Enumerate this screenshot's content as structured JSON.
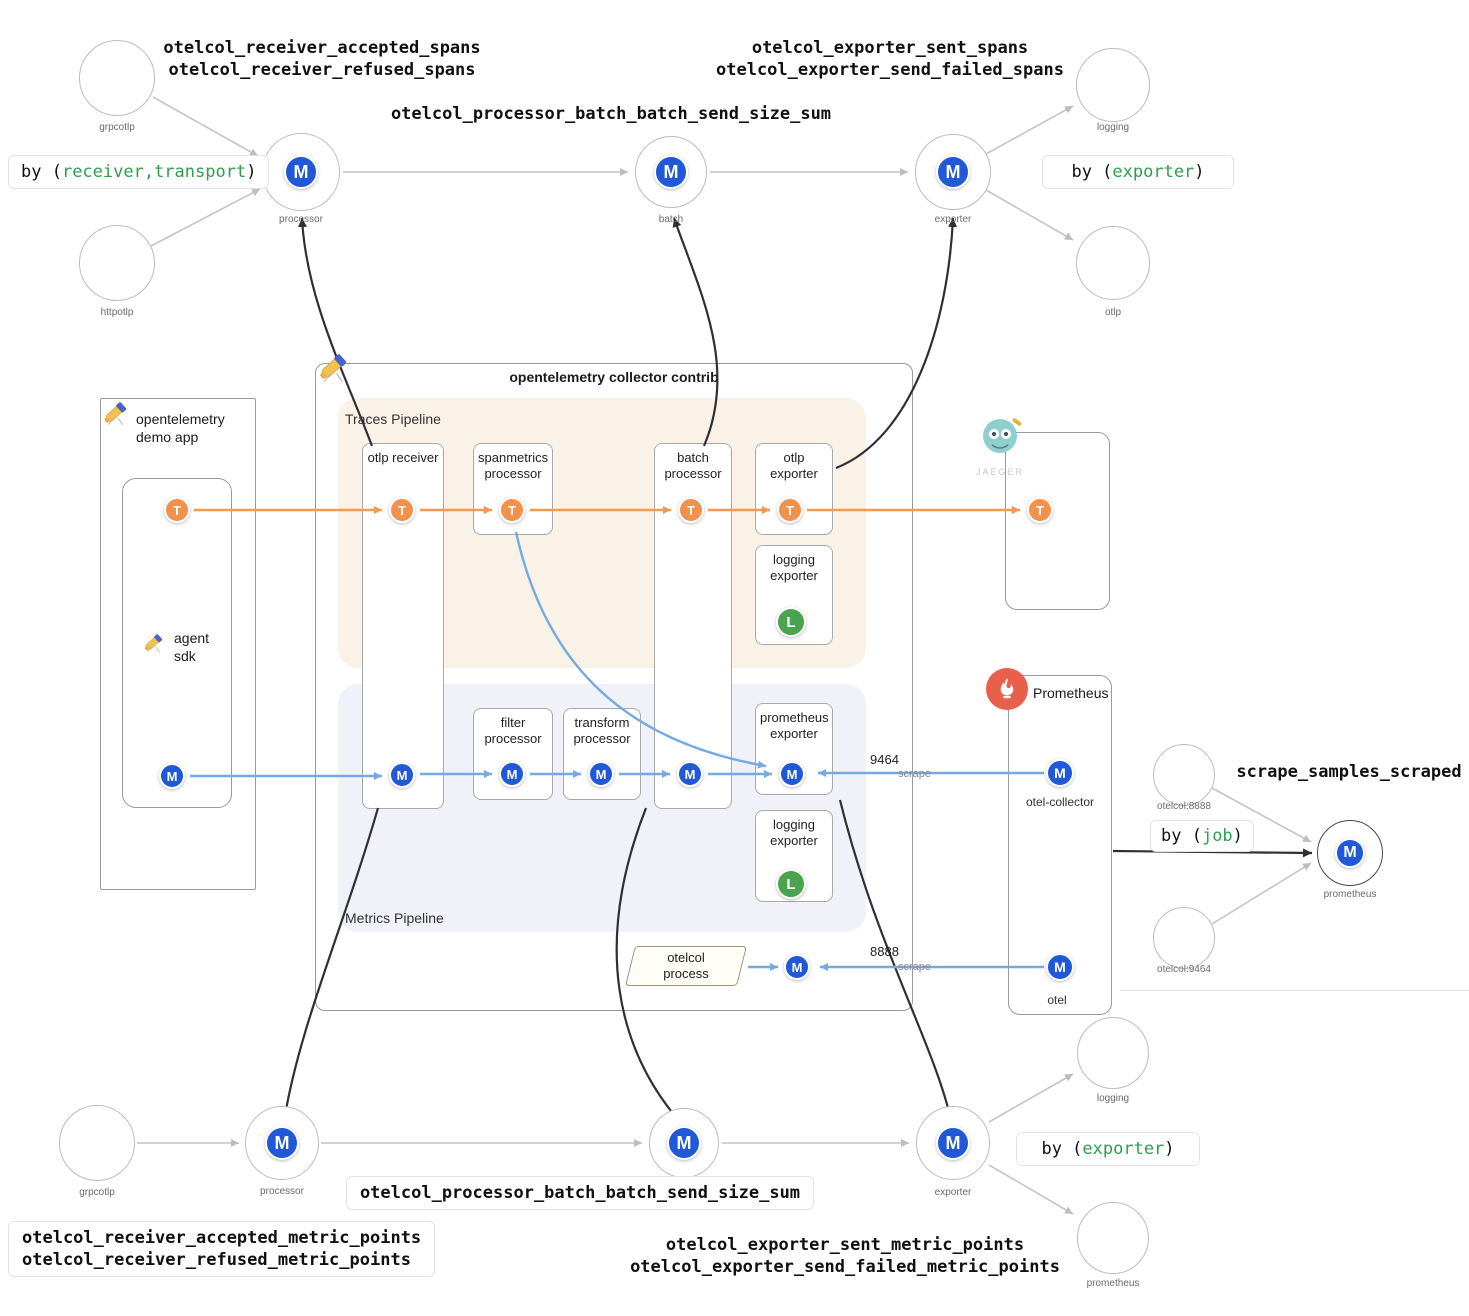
{
  "colors": {
    "metric_badge_blue": "#2058d8",
    "trace_badge_orange": "#f0914e",
    "log_badge_green": "#4aa34e",
    "keyword_green": "#2f9e4f",
    "trace_line_orange": "#f09a54",
    "metric_line_blue": "#74a9e4",
    "prometheus_orange": "#e8604c",
    "jaeger_teal": "#8fd0cf"
  },
  "badge": {
    "m": "M",
    "t": "T",
    "l": "L"
  },
  "top_flow": {
    "grpcotlp": "grpcotlp",
    "httpotlp": "httpotlp",
    "processor": "processor",
    "batch": "batch",
    "exporter": "exporter",
    "logging": "logging",
    "otlp": "otlp",
    "receiver_metric_1": "otelcol_receiver_accepted_spans",
    "receiver_metric_2": "otelcol_receiver_refused_spans",
    "batch_metric": "otelcol_processor_batch_batch_send_size_sum",
    "exporter_metric_1": "otelcol_exporter_sent_spans",
    "exporter_metric_2": "otelcol_exporter_send_failed_spans",
    "by_receiver": {
      "pre": "by (",
      "kw": "receiver,transport",
      "post": ")"
    },
    "by_exporter": {
      "pre": "by (",
      "kw": "exporter",
      "post": ")"
    }
  },
  "demo_app": {
    "title": "opentelemetry demo app",
    "agent_sdk": "agent sdk"
  },
  "collector": {
    "title": "opentelemetry collector contrib",
    "traces_pipeline": "Traces Pipeline",
    "metrics_pipeline": "Metrics Pipeline",
    "otlp_receiver": "otlp receiver",
    "spanmetrics_processor": "spanmetrics processor",
    "batch_processor": "batch processor",
    "otlp_exporter": "otlp exporter",
    "logging_exporter_traces": "logging exporter",
    "filter_processor": "filter processor",
    "transform_processor": "transform processor",
    "prometheus_exporter": "prometheus exporter",
    "logging_exporter_metrics": "logging exporter",
    "otelcol_process": "otelcol process"
  },
  "jaeger": {
    "caption": "JAEGER"
  },
  "prometheus": {
    "title": "Prometheus",
    "otel_collector": "otel-collector",
    "otel": "otel",
    "port_9464": "9464",
    "scrape_9464": "scrape",
    "port_8888": "8888",
    "scrape_8888": "scrape"
  },
  "scrape_right": {
    "otelcol_8888": "otelcol:8888",
    "otelcol_9464": "otelcol:9464",
    "prometheus_node": "prometheus",
    "metric": "scrape_samples_scraped",
    "by_job": {
      "pre": "by (",
      "kw": "job",
      "post": ")"
    }
  },
  "bottom_flow": {
    "grpcotlp": "grpcotlp",
    "processor": "processor",
    "exporter": "exporter",
    "logging": "logging",
    "prometheus": "prometheus",
    "receiver_metric_1": "otelcol_receiver_accepted_metric_points",
    "receiver_metric_2": "otelcol_receiver_refused_metric_points",
    "batch_metric": "otelcol_processor_batch_batch_send_size_sum",
    "exporter_metric_1": "otelcol_exporter_sent_metric_points",
    "exporter_metric_2": "otelcol_exporter_send_failed_metric_points",
    "by_exporter": {
      "pre": "by (",
      "kw": "exporter",
      "post": ")"
    }
  }
}
